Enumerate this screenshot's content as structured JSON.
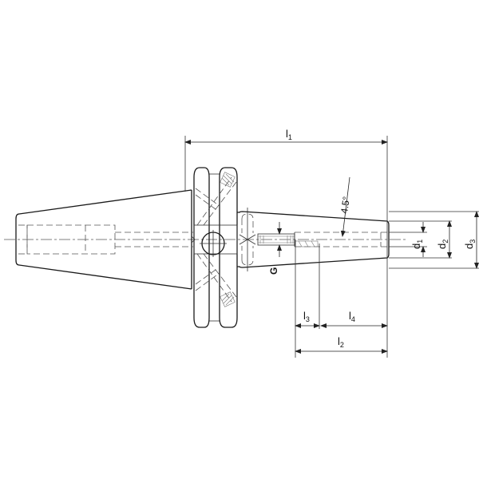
{
  "drawing": {
    "title": "Tool holder technical drawing",
    "dimensions": {
      "l1": {
        "base": "l",
        "sub": "1"
      },
      "l2": {
        "base": "l",
        "sub": "2"
      },
      "l3": {
        "base": "l",
        "sub": "3"
      },
      "l4": {
        "base": "l",
        "sub": "4"
      },
      "d1": {
        "base": "d",
        "sub": "1"
      },
      "d2": {
        "base": "d",
        "sub": "2"
      },
      "d3": {
        "base": "d",
        "sub": "3"
      },
      "thread": "G",
      "angle": "4.5°"
    },
    "colors": {
      "line": "#1a1a1a",
      "background": "#ffffff"
    }
  }
}
